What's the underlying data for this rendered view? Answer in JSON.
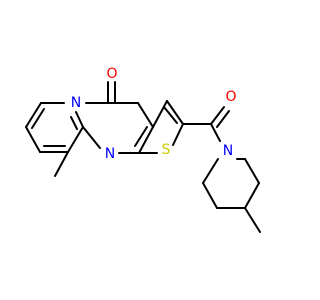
{
  "colors": {
    "background": "#ffffff",
    "bond": "#000000",
    "nitrogen": "#0000ff",
    "oxygen": "#ff0000",
    "sulfur": "#cccc00"
  },
  "atoms": {
    "ketone_oxygen": "O",
    "amide_oxygen": "O",
    "ring_nitrogen_top": "N",
    "ring_nitrogen_bottom": "N",
    "sulfur": "S",
    "piperidine_nitrogen": "N"
  }
}
